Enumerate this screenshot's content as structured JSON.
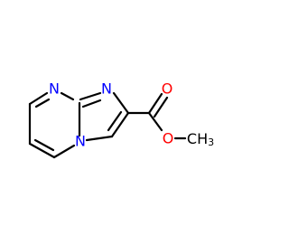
{
  "molecule": {
    "atoms": [
      {
        "id": "n1",
        "element": "N"
      },
      {
        "id": "n2",
        "element": "N"
      },
      {
        "id": "n3",
        "element": "N"
      },
      {
        "id": "o1",
        "element": "O"
      },
      {
        "id": "o2",
        "element": "O"
      },
      {
        "id": "ch3",
        "element": "CH",
        "subscript": "3"
      }
    ]
  },
  "colors": {
    "nitrogen": "#0000ff",
    "oxygen": "#ff0000",
    "carbon": "#000000",
    "background": "#ffffff"
  }
}
